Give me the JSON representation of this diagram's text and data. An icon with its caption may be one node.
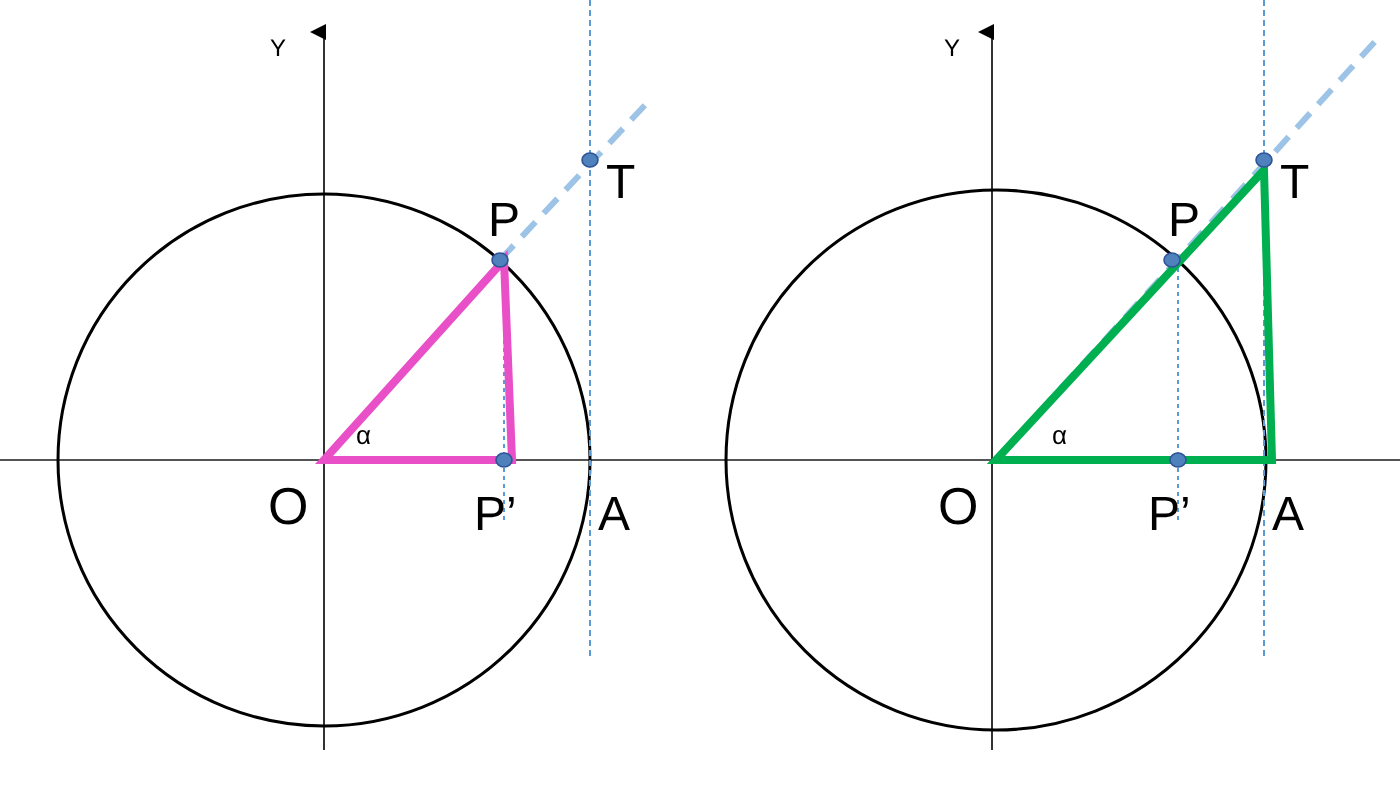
{
  "diagram": {
    "labels": [
      "Y",
      "T",
      "P",
      "α",
      "O",
      "P’",
      "A",
      "Y",
      "T",
      "P",
      "α",
      "O",
      "P’",
      "A"
    ]
  }
}
